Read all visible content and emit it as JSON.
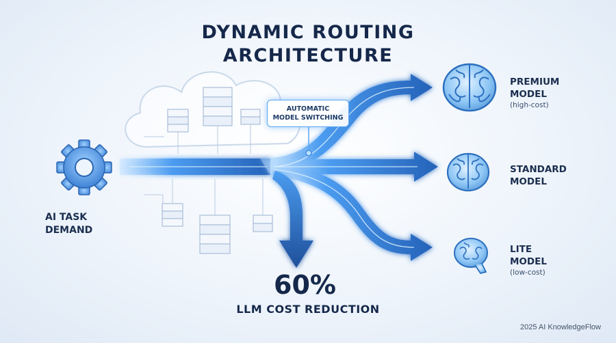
{
  "title": {
    "line1": "DYNAMIC ROUTING",
    "line2": "ARCHITECTURE"
  },
  "callout": {
    "line1": "AUTOMATIC",
    "line2": "MODEL SWITCHING"
  },
  "input": {
    "line1": "AI TASK",
    "line2": "DEMAND",
    "icon": "gear-icon"
  },
  "models": [
    {
      "line1": "PREMIUM",
      "line2": "MODEL",
      "sub": "(high-cost)",
      "icon": "brain-icon"
    },
    {
      "line1": "STANDARD",
      "line2": "MODEL",
      "sub": "",
      "icon": "brain-icon"
    },
    {
      "line1": "LITE",
      "line2": "MODEL",
      "sub": "(low-cost)",
      "icon": "brain-icon"
    }
  ],
  "result": {
    "value": "60%",
    "label": "LLM COST REDUCTION"
  },
  "footer": "2025 AI KnowledgeFlow",
  "colors": {
    "accent": "#2f7fd8",
    "flow_light": "#8cc6ff",
    "text_dark": "#15284a"
  }
}
